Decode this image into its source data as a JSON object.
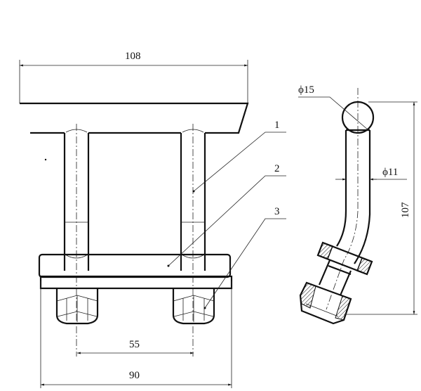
{
  "front_view": {
    "dim_width_top": "108",
    "dim_bolt_spacing": "55",
    "dim_base_width": "90",
    "part_labels": [
      "1",
      "2",
      "3"
    ]
  },
  "side_view": {
    "dim_ball_diameter": "ϕ15",
    "dim_rod_diameter": "ϕ11",
    "dim_height": "107"
  }
}
